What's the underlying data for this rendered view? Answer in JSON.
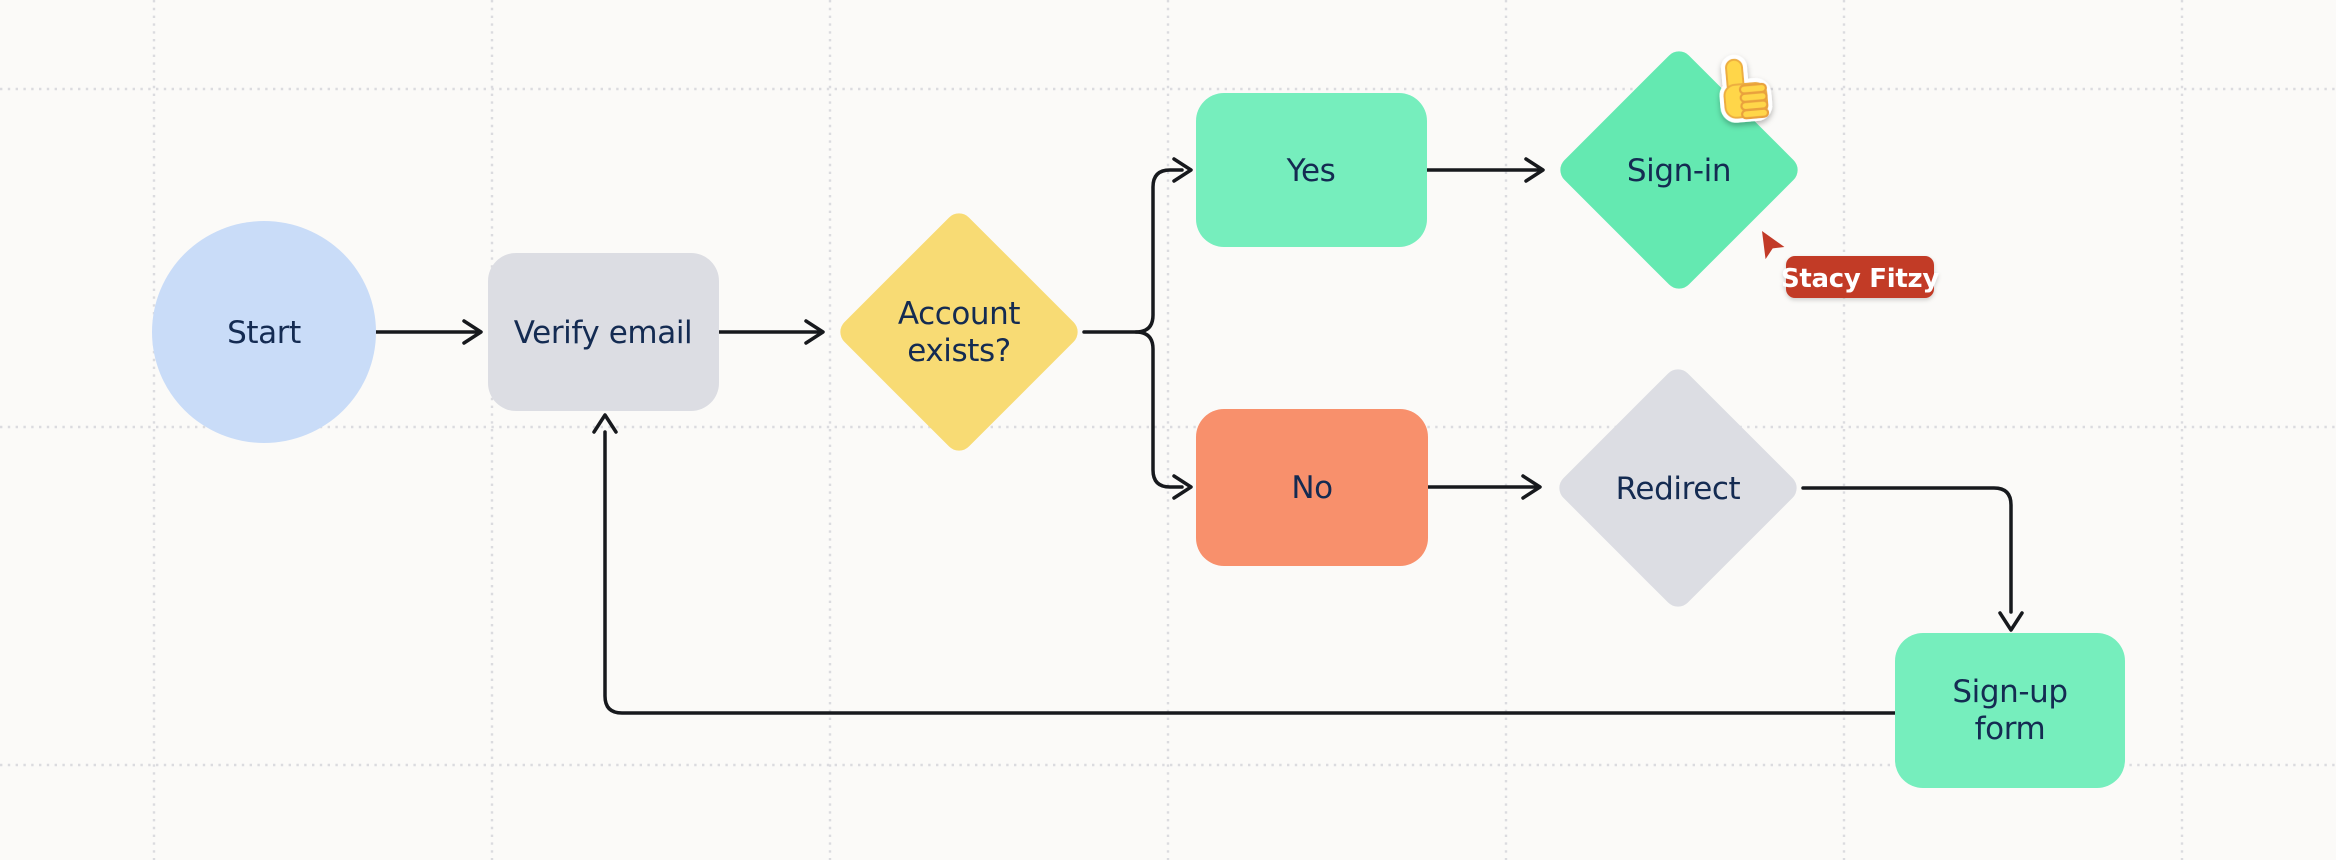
{
  "canvas": {
    "background_color": "#FBFAF8",
    "grid_dot_color": "#DBDBDF",
    "connector_color": "#17191D",
    "node_text_color": "#142B52"
  },
  "nodes": {
    "start": {
      "label": "Start",
      "shape": "circle",
      "color": "#C9DCF8"
    },
    "verify_email": {
      "label": "Verify email",
      "shape": "rounded-rect",
      "color": "#DCDDE3"
    },
    "account_exists": {
      "label_line1": "Account",
      "label_line2": "exists?",
      "shape": "diamond",
      "color": "#F8DB74"
    },
    "yes": {
      "label": "Yes",
      "shape": "rounded-rect",
      "color": "#76EEBD"
    },
    "sign_in": {
      "label": "Sign-in",
      "shape": "diamond",
      "color": "#64E9B1"
    },
    "no": {
      "label": "No",
      "shape": "rounded-rect",
      "color": "#F8906C"
    },
    "redirect": {
      "label": "Redirect",
      "shape": "diamond",
      "color": "#DCDDE3"
    },
    "sign_up_form": {
      "label_line1": "Sign-up",
      "label_line2": "form",
      "shape": "rounded-rect",
      "color": "#76EEBD"
    }
  },
  "connectors": [
    {
      "from": "start",
      "to": "verify_email"
    },
    {
      "from": "verify_email",
      "to": "account_exists"
    },
    {
      "from": "account_exists",
      "to": "yes"
    },
    {
      "from": "account_exists",
      "to": "no"
    },
    {
      "from": "yes",
      "to": "sign_in"
    },
    {
      "from": "no",
      "to": "redirect"
    },
    {
      "from": "redirect",
      "to": "sign_up_form"
    },
    {
      "from": "sign_up_form",
      "to": "verify_email"
    }
  ],
  "stickers": [
    {
      "name": "thumbs-up-emoji",
      "near": "sign_in",
      "body_color": "#FFD64A",
      "outline_color": "#E9A13C"
    }
  ],
  "collaboration": {
    "remote_cursor": {
      "user_label": "Stacy Fitzy",
      "color": "#C23A28"
    }
  }
}
